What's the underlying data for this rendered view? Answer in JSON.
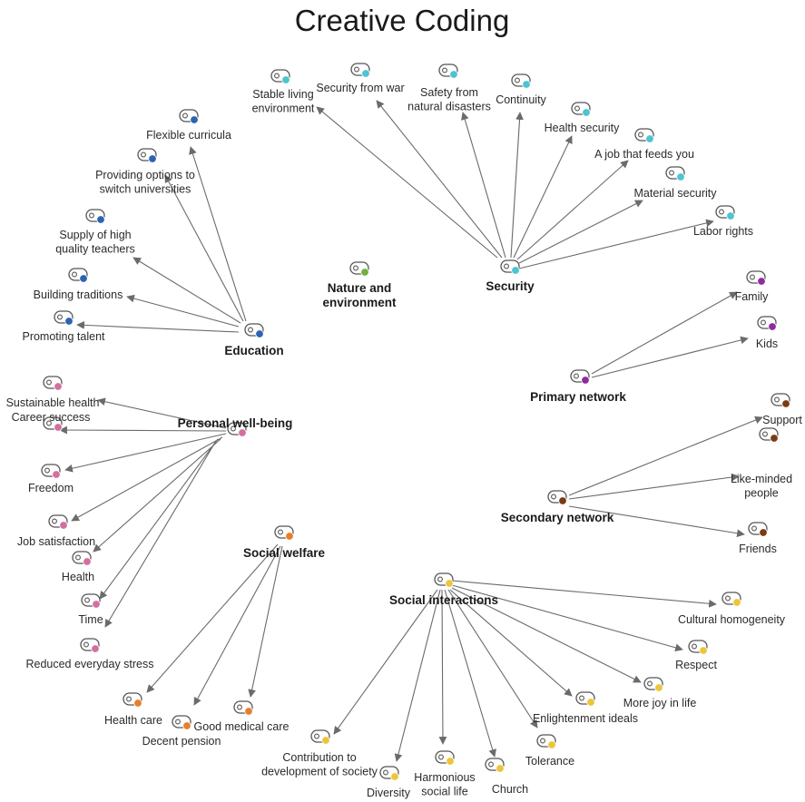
{
  "title": "Creative Coding",
  "colors": {
    "security": "#4cc4d2",
    "education": "#2e63b2",
    "nature": "#6db33f",
    "primary": "#8e2b9e",
    "secondary": "#7a3b14",
    "wellbeing": "#d36fa0",
    "welfare": "#e87e2a",
    "social": "#ecc53a",
    "edge": "#6b6b6b",
    "icon_stroke": "#555555"
  },
  "icon": "toggle-node-icon",
  "hubs": {
    "security": {
      "label": [
        "Security"
      ]
    },
    "education": {
      "label": [
        "Education"
      ]
    },
    "nature": {
      "label": [
        "Nature and",
        "environment"
      ]
    },
    "primary": {
      "label": [
        "Primary network"
      ]
    },
    "secondary": {
      "label": [
        "Secondary network"
      ]
    },
    "wellbeing": {
      "label": [
        "Personal well-being"
      ]
    },
    "welfare": {
      "label": [
        "Social welfare"
      ]
    },
    "social": {
      "label": [
        "Social interactions"
      ]
    }
  },
  "leaves": {
    "stable_living": {
      "hub": "security",
      "label": [
        "Stable living",
        "environment"
      ]
    },
    "security_war": {
      "hub": "security",
      "label": [
        "Security from war"
      ]
    },
    "safety_disasters": {
      "hub": "security",
      "label": [
        "Safety from",
        "natural disasters"
      ]
    },
    "continuity": {
      "hub": "security",
      "label": [
        "Continuity"
      ]
    },
    "health_security": {
      "hub": "security",
      "label": [
        "Health security"
      ]
    },
    "job_feeds": {
      "hub": "security",
      "label": [
        "A job that feeds you"
      ]
    },
    "material_security": {
      "hub": "security",
      "label": [
        "Material security"
      ]
    },
    "labor_rights": {
      "hub": "security",
      "label": [
        "Labor rights"
      ]
    },
    "flexible_curricula": {
      "hub": "education",
      "label": [
        "Flexible curricula"
      ]
    },
    "switch_universities": {
      "hub": "education",
      "label": [
        "Providing options to",
        "switch universities"
      ]
    },
    "quality_teachers": {
      "hub": "education",
      "label": [
        "Supply of high",
        "quality teachers"
      ]
    },
    "building_traditions": {
      "hub": "education",
      "label": [
        "Building traditions"
      ]
    },
    "promoting_talent": {
      "hub": "education",
      "label": [
        "Promoting talent"
      ]
    },
    "family": {
      "hub": "primary",
      "label": [
        "Family"
      ]
    },
    "kids": {
      "hub": "primary",
      "label": [
        "Kids"
      ]
    },
    "support": {
      "hub": "secondary",
      "label": [
        "Support"
      ]
    },
    "like_minded": {
      "hub": "secondary",
      "label": [
        "Like-minded",
        "people"
      ]
    },
    "friends": {
      "hub": "secondary",
      "label": [
        "Friends"
      ]
    },
    "sustainable_health": {
      "hub": "wellbeing",
      "label": [
        "Sustainable health"
      ]
    },
    "career_success": {
      "hub": "wellbeing",
      "label": [
        "Career success"
      ]
    },
    "freedom": {
      "hub": "wellbeing",
      "label": [
        "Freedom"
      ]
    },
    "job_satisfaction": {
      "hub": "wellbeing",
      "label": [
        "Job satisfaction"
      ]
    },
    "health": {
      "hub": "wellbeing",
      "label": [
        "Health"
      ]
    },
    "time": {
      "hub": "wellbeing",
      "label": [
        "Time"
      ]
    },
    "reduced_stress": {
      "hub": "wellbeing",
      "label": [
        "Reduced everyday stress"
      ]
    },
    "health_care": {
      "hub": "welfare",
      "label": [
        "Health care"
      ]
    },
    "decent_pension": {
      "hub": "welfare",
      "label": [
        "Decent pension"
      ]
    },
    "good_medical_care": {
      "hub": "welfare",
      "label": [
        "Good medical care"
      ]
    },
    "cultural_homogeneity": {
      "hub": "social",
      "label": [
        "Cultural homogeneity"
      ]
    },
    "respect": {
      "hub": "social",
      "label": [
        "Respect"
      ]
    },
    "more_joy": {
      "hub": "social",
      "label": [
        "More joy in life"
      ]
    },
    "enlightenment": {
      "hub": "social",
      "label": [
        "Enlightenment ideals"
      ]
    },
    "tolerance": {
      "hub": "social",
      "label": [
        "Tolerance"
      ]
    },
    "church": {
      "hub": "social",
      "label": [
        "Church"
      ]
    },
    "harmonious": {
      "hub": "social",
      "label": [
        "Harmonious",
        "social life"
      ]
    },
    "diversity": {
      "hub": "social",
      "label": [
        "Diversity"
      ]
    },
    "contribution": {
      "hub": "social",
      "label": [
        "Contribution to",
        "development of society"
      ]
    }
  }
}
